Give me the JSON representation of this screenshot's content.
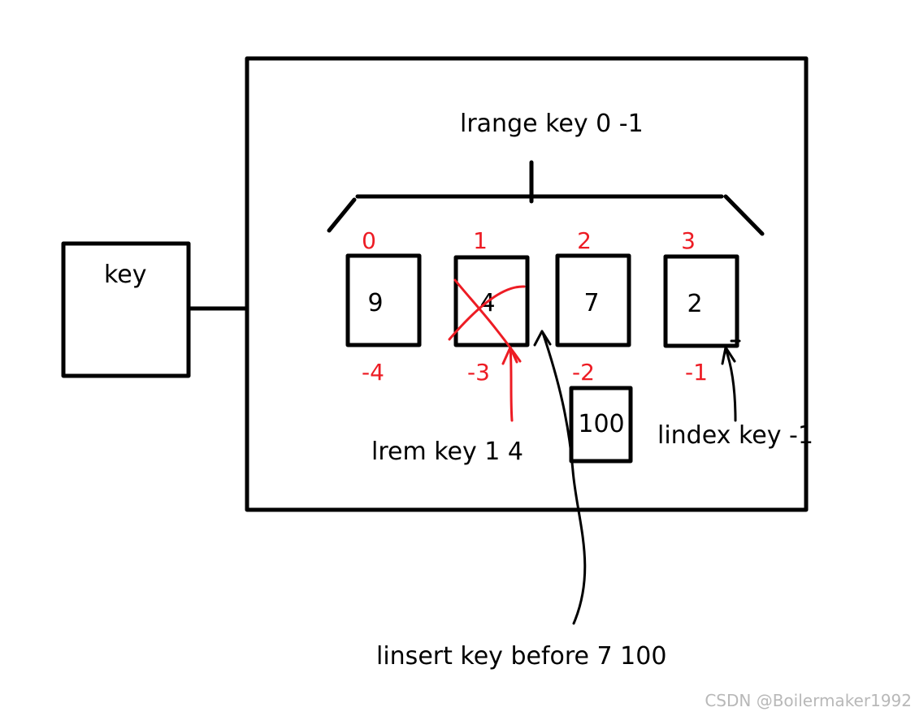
{
  "key_box": {
    "label": "key"
  },
  "range_command": "lrange key 0 -1",
  "elements": [
    {
      "value": "9",
      "pos_index": "0",
      "neg_index": "-4"
    },
    {
      "value": "4",
      "pos_index": "1",
      "neg_index": "-3"
    },
    {
      "value": "7",
      "pos_index": "2",
      "neg_index": "-2"
    },
    {
      "value": "2",
      "pos_index": "3",
      "neg_index": "-1"
    }
  ],
  "inserted_box": {
    "value": "100"
  },
  "commands": {
    "lrem": "lrem key 1 4",
    "lindex": "lindex key -1",
    "linsert": "linsert key before 7 100"
  },
  "watermark": "CSDN @Boilermaker1992",
  "colors": {
    "stroke": "#000000",
    "index_red": "#ed1c24",
    "watermark": "#b8b8b8"
  }
}
